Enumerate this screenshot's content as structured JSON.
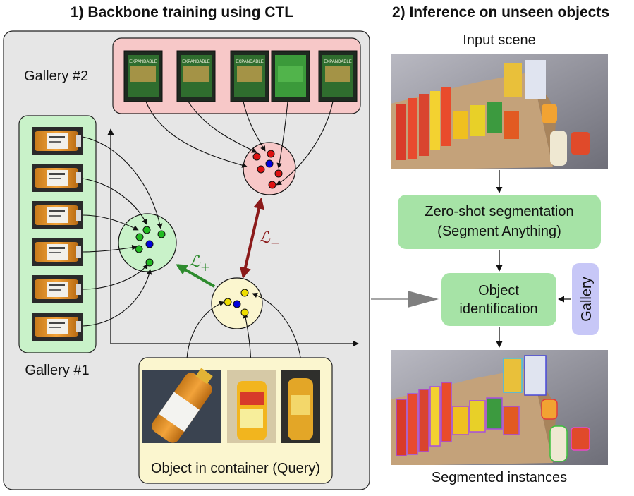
{
  "left_panel": {
    "title": "1) Backbone training using CTL",
    "gallery_2_label": "Gallery #2",
    "gallery_1_label": "Gallery #1",
    "query_label": "Object in container (Query)",
    "loss_negative": "ℒ",
    "loss_negative_sub": "−",
    "loss_positive": "ℒ",
    "loss_positive_sub": "+",
    "gallery_2_thumbnails": [
      "EXPANDABLE",
      "EXPANDABLE",
      "EXPANDABLE",
      "",
      "EXPANDABLE"
    ],
    "colors": {
      "panel_bg": "#e6e6e6",
      "gallery_2_bg": "#f7c8c8",
      "gallery_1_bg": "#c9f2c9",
      "query_bg": "#fbf6cf",
      "positive_arrow": "#2e8b2e",
      "negative_arrow": "#8b1a1a",
      "anchor_dot": "#0000dd",
      "negative_dot": "#dd1111",
      "positive_dot": "#22bb22",
      "query_dot": "#eedd00"
    }
  },
  "right_panel": {
    "title": "2) Inference on unseen objects",
    "input_label": "Input scene",
    "segmentation_box": [
      "Zero-shot segmentation",
      "(Segment Anything)"
    ],
    "identification_box": [
      "Object",
      "identification"
    ],
    "gallery_tab": "Gallery",
    "output_label": "Segmented instances",
    "colors": {
      "step_box": "#a6e3a6",
      "gallery_tab": "#c7c7f7"
    }
  }
}
